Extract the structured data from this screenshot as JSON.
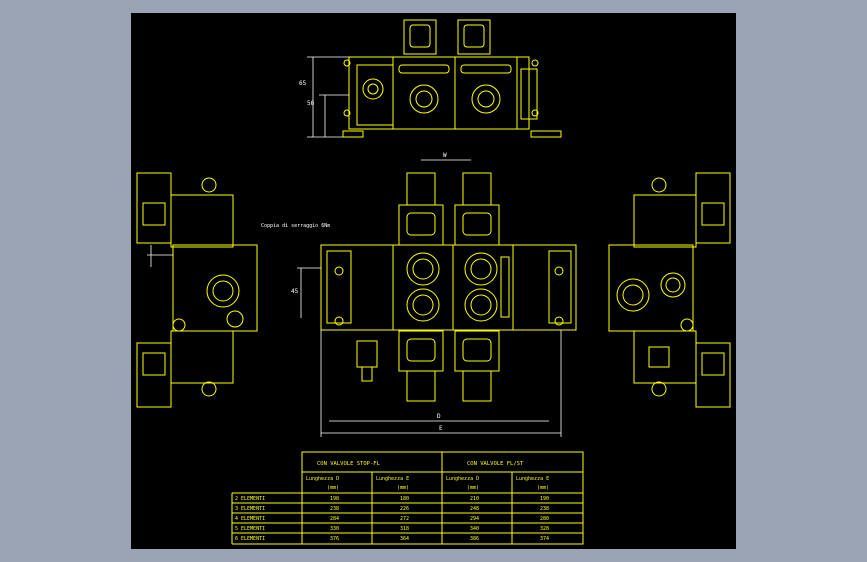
{
  "drawing": {
    "note": "Coppia di serraggio 6Nm",
    "dims": {
      "top_view": [
        "65",
        "56"
      ],
      "front_view": [
        "W",
        "D",
        "E",
        "45"
      ]
    }
  },
  "table": {
    "group_a_title": "CON VALVOLE STOP-FL",
    "group_b_title": "CON VALVOLE FL/ST",
    "header_col": "Lunghezza",
    "header_d": "D",
    "header_e": "E",
    "header_unit": "(mm)",
    "rows": [
      {
        "label": "2 ELEMENTI",
        "a": "198",
        "b": "180",
        "c": "210",
        "d": "190"
      },
      {
        "label": "3 ELEMENTI",
        "a": "238",
        "b": "226",
        "c": "248",
        "d": "238"
      },
      {
        "label": "4 ELEMENTI",
        "a": "284",
        "b": "272",
        "c": "294",
        "d": "280"
      },
      {
        "label": "5 ELEMENTI",
        "a": "330",
        "b": "318",
        "c": "340",
        "d": "328"
      },
      {
        "label": "6 ELEMENTI",
        "a": "376",
        "b": "364",
        "c": "386",
        "d": "374"
      }
    ]
  }
}
